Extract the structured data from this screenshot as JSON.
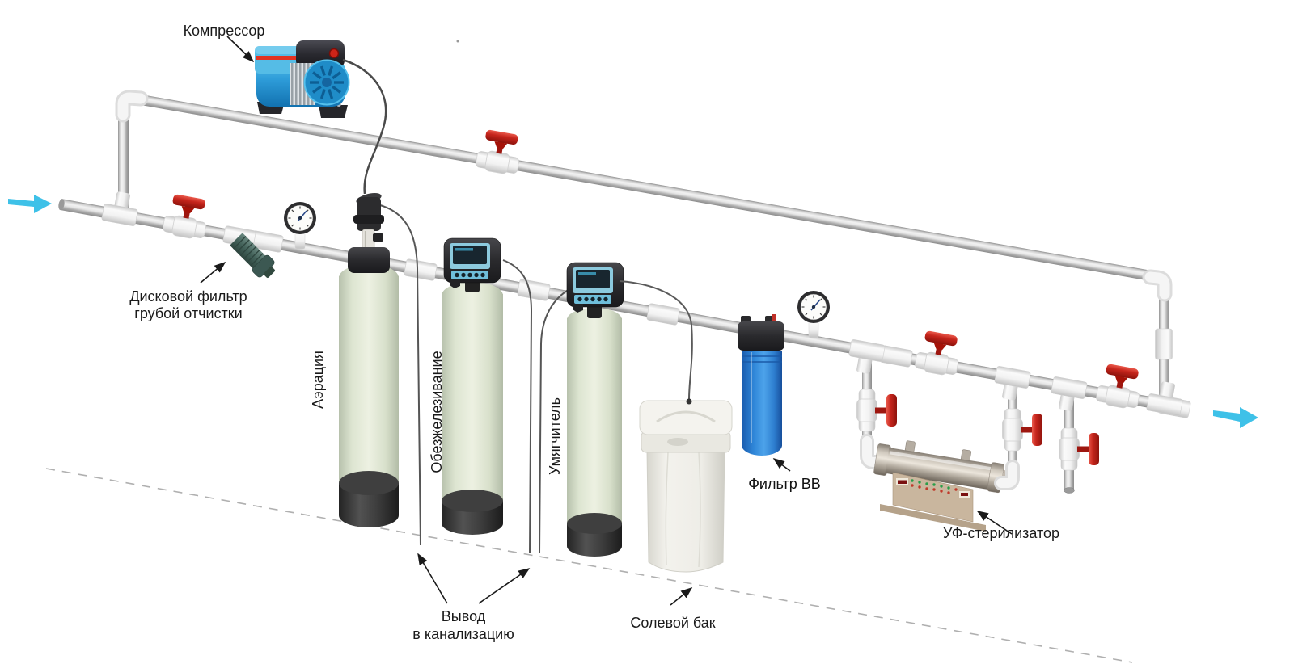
{
  "diagram": {
    "type": "water-treatment-schematic",
    "labels": {
      "compressor": "Компрессор",
      "disc_filter_line1": "Дисковой фильтр",
      "disc_filter_line2": "грубой отчистки",
      "aeration": "Аэрация",
      "iron_removal": "Обезжелезивание",
      "softener": "Умягчитель",
      "bb_filter": "Фильтр ВВ",
      "salt_tank": "Солевой бак",
      "drain_line1": "Вывод",
      "drain_line2": "в канализацию",
      "uv_sterilizer": "УФ-стерилизатор"
    },
    "colors": {
      "valve_red": "#c5251c",
      "pipe_gray": "#c6c6c6",
      "fitting_white": "#f4f4f4",
      "tank_green": "#dfe7d5",
      "tank_base_dark": "#3a3a3a",
      "control_head_screen_blue": "#7fc6de",
      "compressor_blue": "#2e9fd8",
      "bb_filter_blue": "#2f86d8",
      "uv_base_tan": "#c9b69e",
      "flow_arrow_cyan": "#3ec1e8",
      "label_text": "#1a1a1a"
    }
  }
}
